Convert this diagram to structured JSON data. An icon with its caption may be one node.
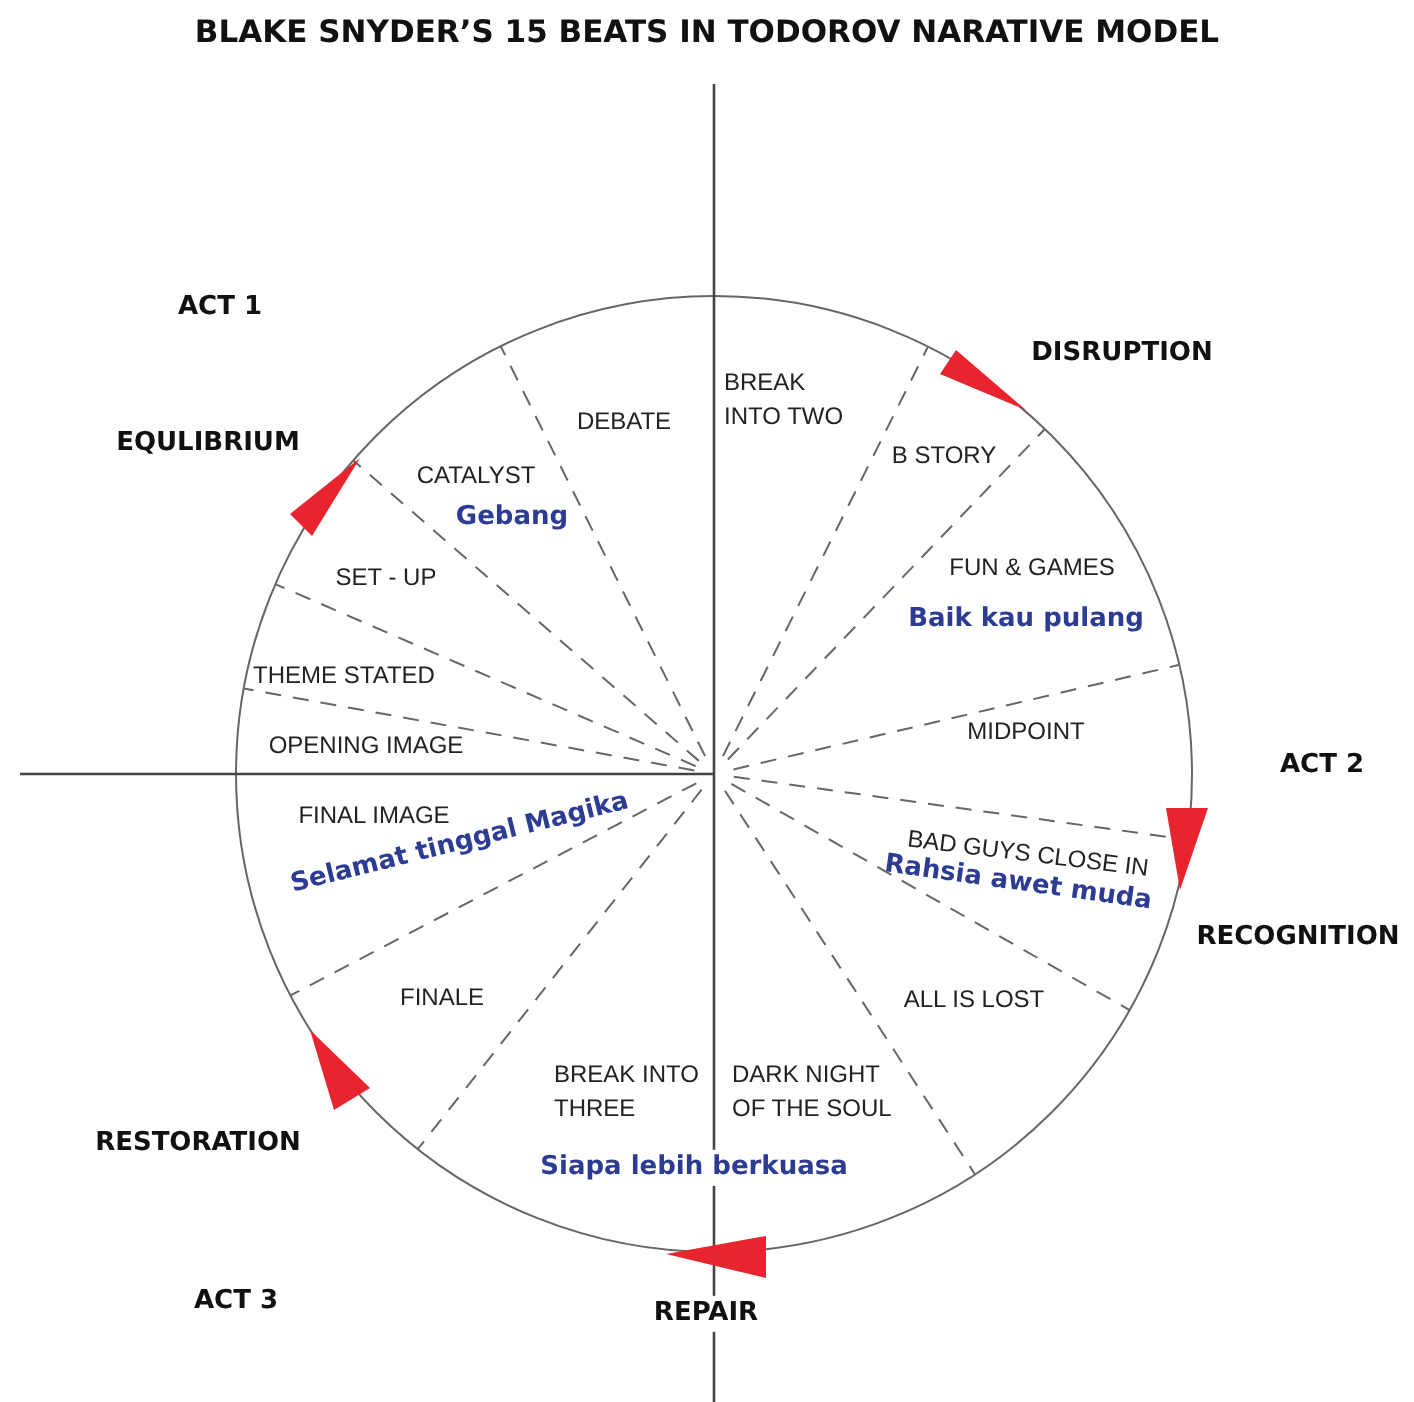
{
  "diagram": {
    "title": "BLAKE SNYDER’S 15 BEATS IN TODOROV NARATIVE MODEL",
    "labels": [
      "ACT 1",
      "EQULIBRIUM",
      "DEBATE",
      "BREAK INTO TWO",
      "DISRUPTION",
      "CATALYST",
      "Gebang",
      "B STORY",
      "SET - UP",
      "FUN & GAMES",
      "Baik kau pulang",
      "THEME STATED",
      "MIDPOINT",
      "OPENING IMAGE",
      "ACT 2",
      "FINAL IMAGE",
      "BAD GUYS CLOSE IN",
      "Selamat tinggal Magika",
      "Rahsia awet muda",
      "RECOGNITION",
      "FINALE",
      "ALL IS LOST",
      "BREAK INTO THREE",
      "DARK NIGHT OF THE SOUL",
      "RESTORATION",
      "Siapa lebih berkuasa",
      "ACT 3",
      "REPAIR"
    ]
  }
}
